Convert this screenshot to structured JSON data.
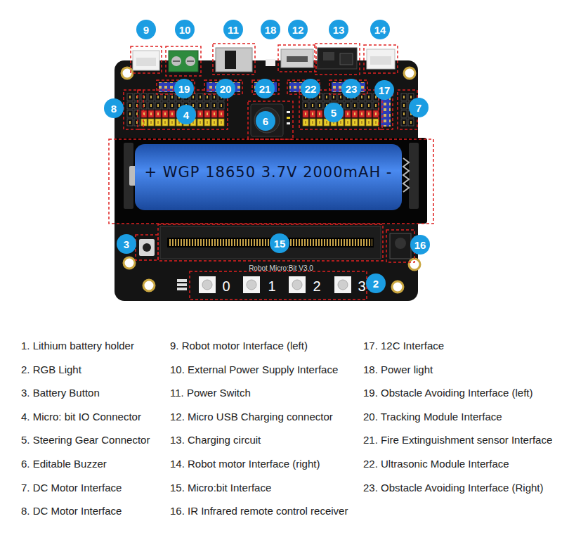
{
  "diagram": {
    "labels": [
      "9",
      "10",
      "11",
      "18",
      "12",
      "13",
      "14",
      "19",
      "20",
      "21",
      "22",
      "23",
      "17",
      "8",
      "4",
      "6",
      "5",
      "7",
      "3",
      "15",
      "16",
      "2",
      "+ WGP 18650 3.7V 2000mAH -",
      "Robot Micro:Bit V3.0",
      "0",
      "1",
      "2",
      "3",
      "1. Lithium battery holder",
      "2. RGB Light",
      "3. Battery Button",
      "4. Micro: bit IO Connector",
      "5. Steering Gear Connector",
      "6. Editable Buzzer",
      "7. DC Motor Interface",
      "8. DC Motor Interface",
      "9. Robot motor Interface (left)",
      "10. External Power Supply Interface",
      "11. Power Switch",
      "12. Micro USB Charging connector",
      "13. Charging circuit",
      "14. Robot motor Interface (right)",
      "15. Micro:bit Interface",
      "16. IR Infrared remote control receiver",
      "17. 12C Interface",
      "18. Power light",
      "19. Obstacle Avoiding Interface (left)",
      "20. Tracking Module Interface",
      "21. Fire Extinguishment sensor Interface",
      "22. Ultrasonic Module Interface",
      "23. Obstacle Avoiding Interface (Right)"
    ]
  }
}
